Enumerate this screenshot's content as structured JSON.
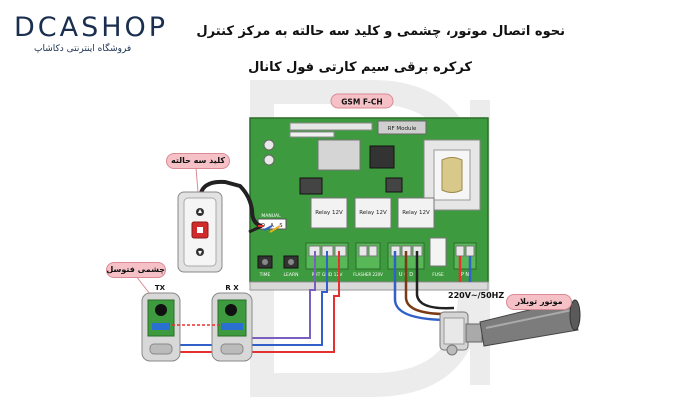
{
  "logo": {
    "name": "DCASHOP",
    "subtitle": "فروشگاه اینترنتی دکاشاپ"
  },
  "header": {
    "title_line1": "نحوه اتصال موتور، چشمی و کلید سه حالته به مرکز کنترل",
    "title_line2": "کرکره برقی سیم کارتی فول کانال"
  },
  "board": {
    "model": "GSM F-CH",
    "rf_module": "RF Module",
    "relays": [
      "Relay 12V",
      "Relay 12V",
      "Relay 12V"
    ],
    "switch_header": "MANUAL",
    "switch_pins": [
      "O",
      "A",
      "S"
    ],
    "buttons": [
      "TIME",
      "LEARN"
    ],
    "terminal_photocell": "PHT  GND  12V",
    "terminal_flasher": "FLASHER 220V",
    "terminal_motor": "U   C   D",
    "fuse": "FUSE",
    "power": "P    N",
    "voltage": "220V~/50HZ"
  },
  "labels": {
    "switch": "کلید سه حالته",
    "photocell": "چشمی فتوسل",
    "motor": "موتور توبلار"
  },
  "photocell": {
    "tx": "TX",
    "rx": "R X"
  },
  "colors": {
    "board_green": "#3e9a3e",
    "wire_red": "#e53030",
    "wire_blue": "#3060c8",
    "wire_brown": "#7a3b14",
    "label_pink": "#f5c0c6",
    "logo_navy": "#1a2f4f"
  }
}
